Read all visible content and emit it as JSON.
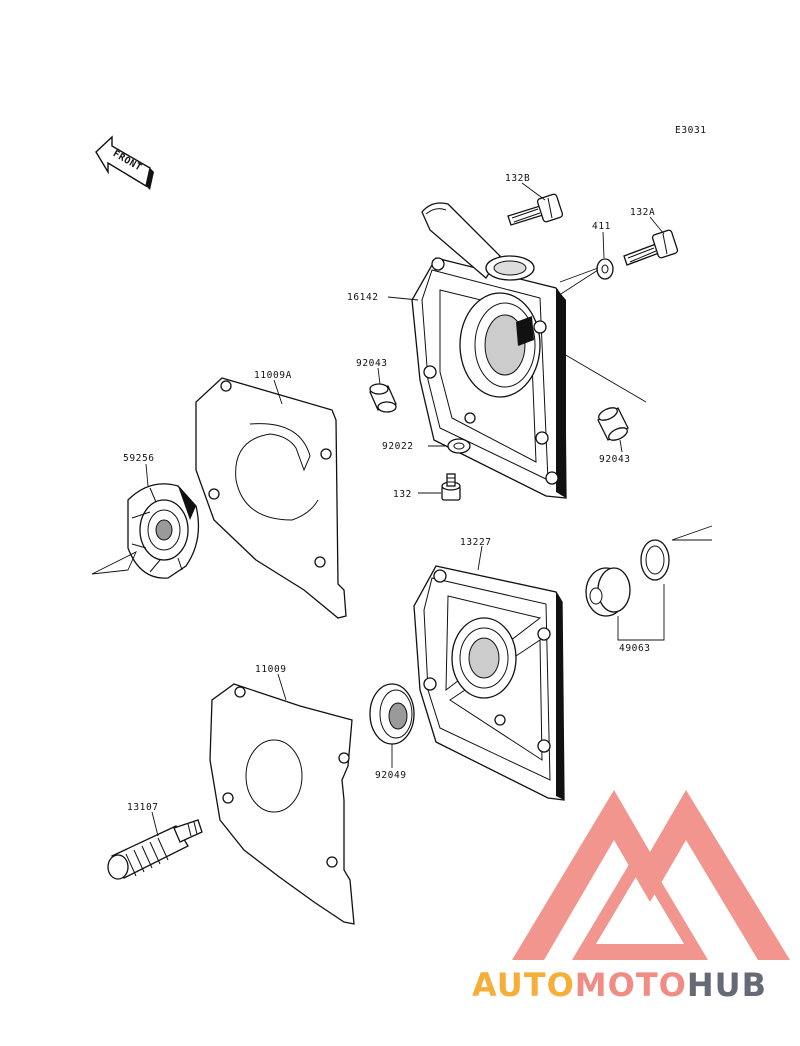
{
  "figure_code": "E3031",
  "front_label": "FRONT",
  "parts": [
    {
      "id": "132B"
    },
    {
      "id": "411"
    },
    {
      "id": "132A"
    },
    {
      "id": "16142"
    },
    {
      "id": "92043"
    },
    {
      "id": "11009A"
    },
    {
      "id": "92043"
    },
    {
      "id": "92022"
    },
    {
      "id": "59256"
    },
    {
      "id": "132"
    },
    {
      "id": "13227"
    },
    {
      "id": "49063"
    },
    {
      "id": "11009"
    },
    {
      "id": "92049"
    },
    {
      "id": "13107"
    }
  ],
  "watermark": {
    "text_part1": "AUTO",
    "text_part2": "MOTO",
    "text_part3": "HUB",
    "colors": {
      "orange": "#f5a623",
      "red": "#f08078",
      "grey": "#555a66",
      "triangle": "#f08a82"
    }
  }
}
